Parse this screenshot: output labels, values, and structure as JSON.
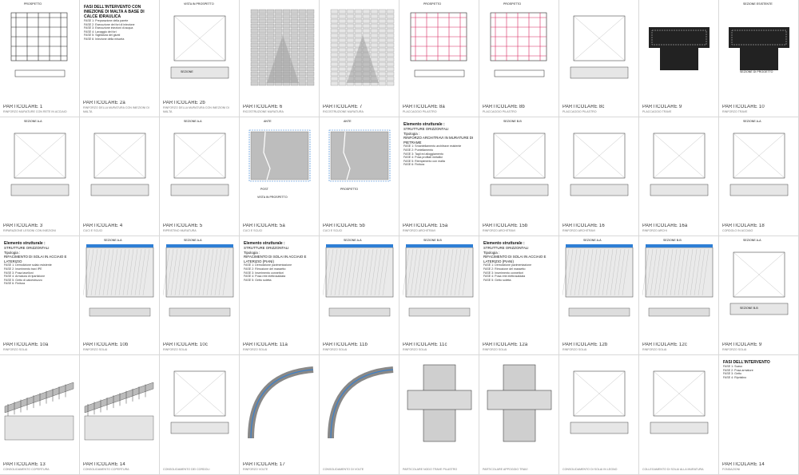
{
  "panels": [
    {
      "title": "PARTICOLARE 1",
      "sub": "RINFORZO MURATURE CON RETE IN ACCIAIO",
      "labels": [
        "PROSPETTO"
      ]
    },
    {
      "title": "PARTICOLARE 2a",
      "sub": "RINFORZO DELLA MURATURA CON INIEZIONI DI MALTA",
      "doc": {
        "heading": "FASI DELL'INTERVENTO CON INIEZIONE DI MALTA A BASE DI CALCE IDRAULICA",
        "lines": [
          "FASE 1: Preparazione della parete",
          "FASE 2: Esecuzione dei fori di iniezione",
          "FASE 3: Esecuzione iniezioni di acqua",
          "FASE 4: Lavaggio dei fori",
          "FASE 5: Sigillatura dei giunti",
          "FASE 6: Iniezione della miscela"
        ]
      }
    },
    {
      "title": "PARTICOLARE 2b",
      "sub": "RINFORZO DELLA MURATURA CON INIEZIONI DI MALTA",
      "labels": [
        "VISTA IN PROSPETTO",
        "SEZIONE"
      ]
    },
    {
      "title": "PARTICOLARE 6",
      "sub": "RICOSTRUZIONE MURATURA"
    },
    {
      "title": "PARTICOLARE 7",
      "sub": "RICOSTRUZIONE MURATURA"
    },
    {
      "title": "PARTICOLARE 8a",
      "sub": "PLACCAGGIO PILASTRO",
      "labels": [
        "PROSPETTO"
      ]
    },
    {
      "title": "PARTICOLARE 8b",
      "sub": "PLACCAGGIO PILASTRO",
      "labels": [
        "PROSPETTO"
      ]
    },
    {
      "title": "PARTICOLARE 8c",
      "sub": "PLACCAGGIO PILASTRO"
    },
    {
      "title": "PARTICOLARE 9",
      "sub": "PLACCAGGIO TRAVE"
    },
    {
      "title": "PARTICOLARE 10",
      "sub": "RINFORZO TRAVE",
      "labels": [
        "SEZIONE ESISTENTE",
        "SEZIONE DI PROGETTO"
      ]
    },
    {
      "title": "PARTICOLARE 3",
      "sub": "RIPARAZIONE LESIONI CON INIEZIONI",
      "labels": [
        "SEZIONE A-A"
      ]
    },
    {
      "title": "PARTICOLARE 4",
      "sub": "CUCI E SCUCI"
    },
    {
      "title": "PARTICOLARE 5",
      "sub": "RIPRISTINO MURATURA",
      "labels": [
        "SEZIONE A-A"
      ]
    },
    {
      "title": "PARTICOLARE 5a",
      "sub": "CUCI E SCUCI",
      "labels": [
        "ANTE",
        "POST",
        "VISTA IN PROSPETTO"
      ]
    },
    {
      "title": "PARTICOLARE 5b",
      "sub": "CUCI E SCUCI",
      "labels": [
        "ANTE",
        "PROSPETTO"
      ]
    },
    {
      "title": "PARTICOLARE 15a",
      "sub": "RINFORZO ARCHITRAVI",
      "doc": {
        "heading": "Elemento strutturale :",
        "h2": [
          "STRUTTURE ORIZZONTALI",
          "Tipologia :",
          "RINFORZO ARCHITRAVI IN MURATURE DI PIETRAME"
        ],
        "lines": [
          "FASE 1: Smantellamento architrave esistente",
          "FASE 2: Puntellamento",
          "FASE 3: Tagli ed alloggiamento",
          "FASE 4: Posa profilati metallici",
          "FASE 5: Riempimento con malta",
          "FASE 6: Finitura"
        ]
      }
    },
    {
      "title": "PARTICOLARE 15b",
      "sub": "RINFORZO ARCHITRAVI",
      "labels": [
        "SEZIONE B-B"
      ]
    },
    {
      "title": "PARTICOLARE 16",
      "sub": "RINFORZO ARCHITRAVI"
    },
    {
      "title": "PARTICOLARE 16a",
      "sub": "RINFORZO ARCHI"
    },
    {
      "title": "PARTICOLARE 18",
      "sub": "CORDOLO IN ACCIAIO",
      "labels": [
        "SEZIONE A-A"
      ]
    },
    {
      "title": "PARTICOLARE 10a",
      "sub": "RINFORZO SOLAI",
      "doc": {
        "heading": "Elemento strutturale :",
        "h2": [
          "STRUTTURE ORIZZONTALI",
          "Tipologia :",
          "RIFACIMENTO DI SOLAI IN ACCIAIO E LATERIZIO"
        ],
        "lines": [
          "FASE 1: Demolizione solaio esistente",
          "FASE 2: Inserimento travi IPE",
          "FASE 3: Posa tavelloni",
          "FASE 4: Armatura di ripartizione",
          "FASE 5: Getto di calcestruzzo",
          "FASE 6: Finitura"
        ]
      }
    },
    {
      "title": "PARTICOLARE 10b",
      "sub": "RINFORZO SOLAI",
      "labels": [
        "SEZIONE A-A"
      ]
    },
    {
      "title": "PARTICOLARE 10c",
      "sub": "RINFORZO SOLAI",
      "labels": [
        "SEZIONE A-A"
      ]
    },
    {
      "title": "PARTICOLARE 11a",
      "sub": "RINFORZO SOLAI",
      "doc": {
        "heading": "Elemento strutturale :",
        "h2": [
          "STRUTTURE ORIZZONTALI",
          "Tipologia :",
          "RIFACIMENTO DI SOLAI IN ACCIAIO E LATERIZIO (PIANI)"
        ],
        "lines": [
          "FASE 1: Demolizione pavimentazione",
          "FASE 2: Rimozione del massetto",
          "FASE 3: Inserimento connettori",
          "FASE 4: Posa rete elettrosaldata",
          "FASE 5: Getto soletta"
        ]
      }
    },
    {
      "title": "PARTICOLARE 11b",
      "sub": "RINFORZO SOLAI",
      "labels": [
        "SEZIONE A-A"
      ]
    },
    {
      "title": "PARTICOLARE 11c",
      "sub": "RINFORZO SOLAI",
      "labels": [
        "SEZIONE B-B"
      ]
    },
    {
      "title": "PARTICOLARE 12a",
      "sub": "RINFORZO SOLAI",
      "doc": {
        "heading": "Elemento strutturale :",
        "h2": [
          "STRUTTURE ORIZZONTALI",
          "Tipologia :",
          "RIFACIMENTO DI SOLAI IN ACCIAIO E LATERIZIO (PIANI)"
        ],
        "lines": [
          "FASE 1: Demolizione pavimentazione",
          "FASE 2: Rimozione del massetto",
          "FASE 3: Inserimento connettori",
          "FASE 4: Posa rete elettrosaldata",
          "FASE 5: Getto soletta"
        ]
      }
    },
    {
      "title": "PARTICOLARE 12b",
      "sub": "RINFORZO SOLAI",
      "labels": [
        "SEZIONE A-A"
      ]
    },
    {
      "title": "PARTICOLARE 12c",
      "sub": "RINFORZO SOLAI",
      "labels": [
        "SEZIONE B-B"
      ]
    },
    {
      "title": "PARTICOLARE 9",
      "sub": "RINFORZO SOLAI",
      "labels": [
        "SEZIONE A-A",
        "SEZIONE B-B"
      ]
    },
    {
      "title": "PARTICOLARE 13",
      "sub": "CONSOLIDAMENTO COPERTURA"
    },
    {
      "title": "PARTICOLARE 14",
      "sub": "CONSOLIDAMENTO COPERTURA"
    },
    {
      "title": "",
      "sub": "CONSOLIDAMENTO DEI CORDOLI"
    },
    {
      "title": "PARTICOLARE 17",
      "sub": "RINFORZO VOLTE"
    },
    {
      "title": "",
      "sub": "CONSOLIDAMENTO DI VOLTE"
    },
    {
      "title": "",
      "sub": "PARTICOLARE NODO TRAVE PILASTRO"
    },
    {
      "title": "",
      "sub": "PARTICOLARE APPOGGIO TRAVI"
    },
    {
      "title": "",
      "sub": "CONSOLIDAMENTO DI SOLAI IN LEGNO"
    },
    {
      "title": "",
      "sub": "COLLEGAMENTO DI SOLAI ALLA MURATURA"
    },
    {
      "title": "PARTICOLARE 14",
      "sub": "FONDAZIONI",
      "doc": {
        "heading": "FASI DELL'INTERVENTO",
        "lines": [
          "FASE 1: Scavo",
          "FASE 2: Posa armature",
          "FASE 3: Getto",
          "FASE 4: Ripristino"
        ]
      }
    }
  ]
}
